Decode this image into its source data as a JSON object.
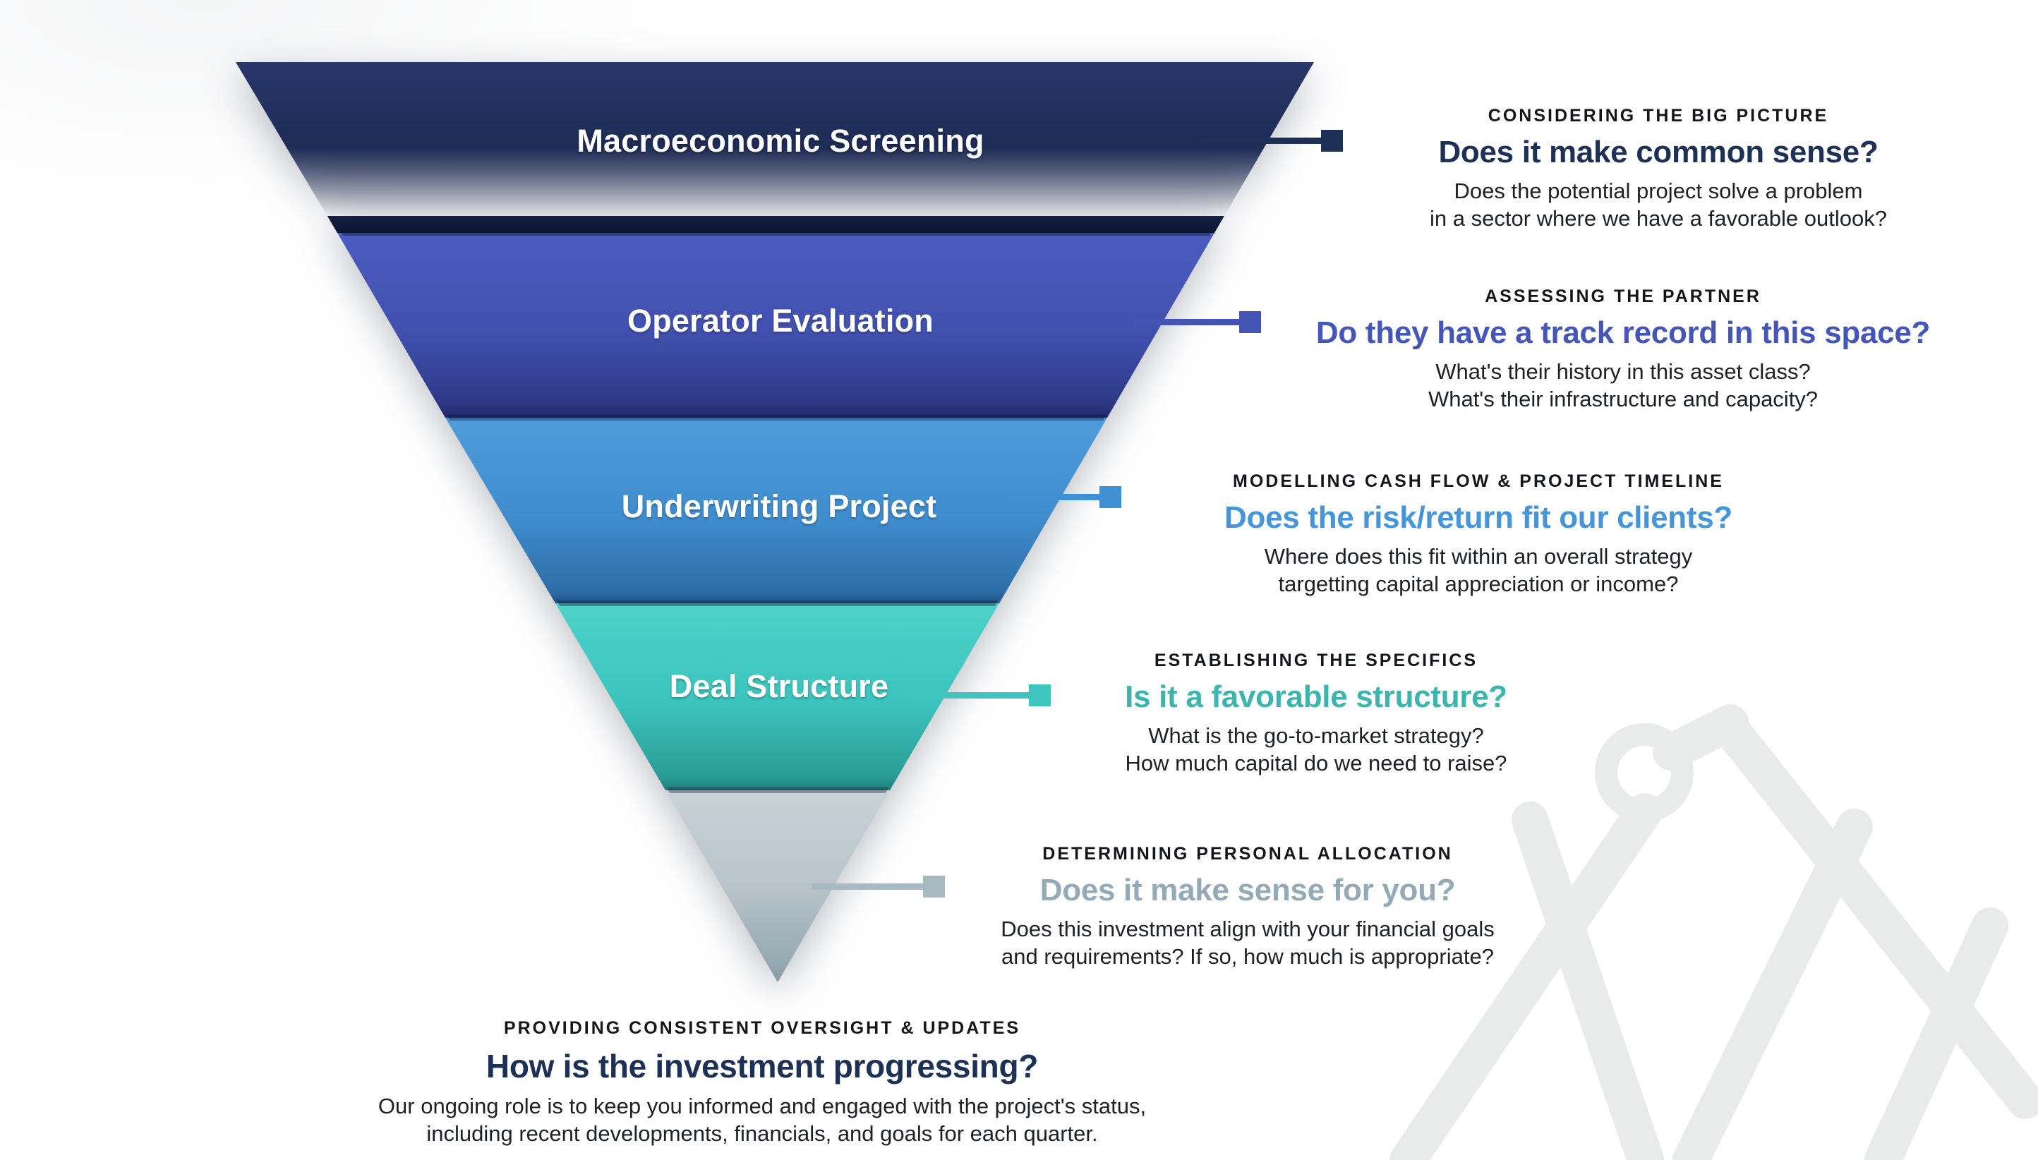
{
  "funnel": {
    "levels": [
      {
        "label": "Macroeconomic Screening",
        "color": "#1d3156",
        "eyebrow": "CONSIDERING THE BIG PICTURE",
        "headline": "Does it make common sense?",
        "headline_color": "#1d3156",
        "body": [
          "Does the potential project solve a problem",
          "in a sector where we have a favorable outlook?"
        ]
      },
      {
        "label": "Operator Evaluation",
        "color": "#4454b3",
        "eyebrow": "ASSESSING THE PARTNER",
        "headline": "Do they have a track record in this space?",
        "headline_color": "#4456b7",
        "body": [
          "What's their history in this asset class?",
          "What's their infrastructure and capacity?"
        ]
      },
      {
        "label": "Underwriting Project",
        "color": "#4190d4",
        "eyebrow": "MODELLING CASH FLOW & PROJECT TIMELINE",
        "headline": "Does the risk/return fit our clients?",
        "headline_color": "#4695da",
        "body": [
          "Where does this fit within an overall strategy",
          "targetting capital appreciation or income?"
        ]
      },
      {
        "label": "Deal Structure",
        "color": "#3fc5be",
        "eyebrow": "ESTABLISHING THE SPECIFICS",
        "headline": "Is it a favorable structure?",
        "headline_color": "#3bb5ae",
        "body": [
          "What is the go-to-market strategy?",
          "How much capital do we need to raise?"
        ]
      },
      {
        "label": "",
        "color": "#a7b9c1",
        "eyebrow": "DETERMINING PERSONAL ALLOCATION",
        "headline": "Does it make sense for you?",
        "headline_color": "#94aab6",
        "body": [
          "Does this investment align with your financial goals",
          "and requirements? If so, how much is appropriate?"
        ]
      }
    ]
  },
  "footer": {
    "eyebrow": "PROVIDING CONSISTENT OVERSIGHT & UPDATES",
    "headline": "How is the investment progressing?",
    "headline_color": "#1d3156",
    "body": [
      "Our ongoing role is to keep you informed and engaged with the project's status,",
      "including recent developments, financials, and goals for each quarter."
    ]
  },
  "style": {
    "eyebrow_color": "#14161a",
    "body_color": "#1d2025",
    "watermark_color": "#e9ebeb"
  }
}
